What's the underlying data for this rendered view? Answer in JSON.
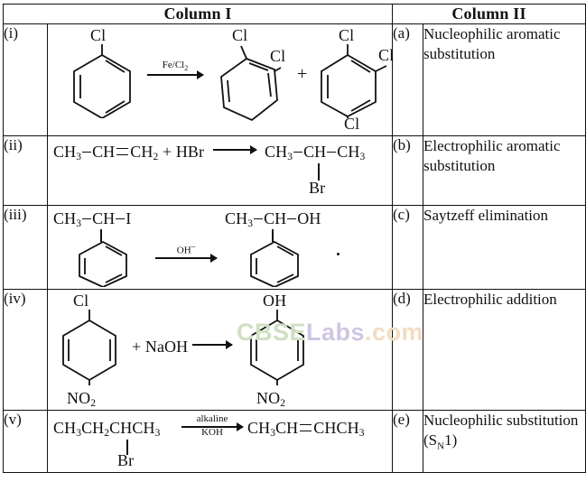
{
  "table": {
    "headers": {
      "column1": "Column I",
      "column2": "Column II"
    },
    "rows": [
      {
        "number": "(i)",
        "option_label": "(a)",
        "option_text": "Nucleophilic aromatic substitution",
        "reaction": {
          "type": "structure",
          "description": "Chlorobenzene + Fe/Cl2 gives ortho-dichlorobenzene plus 1,2,4-trichlorobenzene",
          "reagent": "Fe/Cl",
          "reagent_sub": "2",
          "reactant_label": "Cl",
          "product1_labels": [
            "Cl",
            "Cl"
          ],
          "plus": "+",
          "product2_labels": [
            "Cl",
            "Cl",
            "Cl"
          ]
        }
      },
      {
        "number": "(ii)",
        "option_label": "(b)",
        "option_text": "Electrophilic aromatic substitution",
        "reaction": {
          "type": "linear",
          "reactant": "CH3 — CH = CH2 + HBr",
          "product": "CH3 — CH — CH3",
          "substituent": "Br"
        }
      },
      {
        "number": "(iii)",
        "option_label": "(c)",
        "option_text": "Saytzeff elimination",
        "reaction": {
          "type": "structure",
          "description": "1-phenylethyl iodide with hydroxide gives 1-phenylethanol",
          "reagent": "OH",
          "reagent_charge": "-",
          "reactant_top": "CH3 — CH — I",
          "product_top": "CH3 — CH — OH"
        }
      },
      {
        "number": "(iv)",
        "option_label": "(d)",
        "option_text": "Electrophilic addition",
        "reaction": {
          "type": "structure",
          "description": "4-nitrochlorobenzene + NaOH gives 4-nitrophenol",
          "reactant_top": "Cl",
          "reactant_bottom": "NO2",
          "reagent_text": "+ NaOH",
          "product_top": "OH",
          "product_bottom": "NO2"
        }
      },
      {
        "number": "(v)",
        "option_label": "(e)",
        "option_text": "Nucleophilic substitution (SN1)",
        "reaction": {
          "type": "linear",
          "reactant": "CH3CH2CHCH3",
          "substituent": "Br",
          "reagent_above": "alkaline",
          "reagent_below": "KOH",
          "product": "CH3CH = CHCH3"
        }
      }
    ]
  },
  "watermark": {
    "part1": "CBSE",
    "part2": "Labs",
    "part3": ".com"
  },
  "colors": {
    "border": "#111111",
    "text": "#111111",
    "watermark_green": "#cfe0c2",
    "watermark_purple": "#cfc6e2",
    "watermark_orange": "#f2ddc0"
  }
}
